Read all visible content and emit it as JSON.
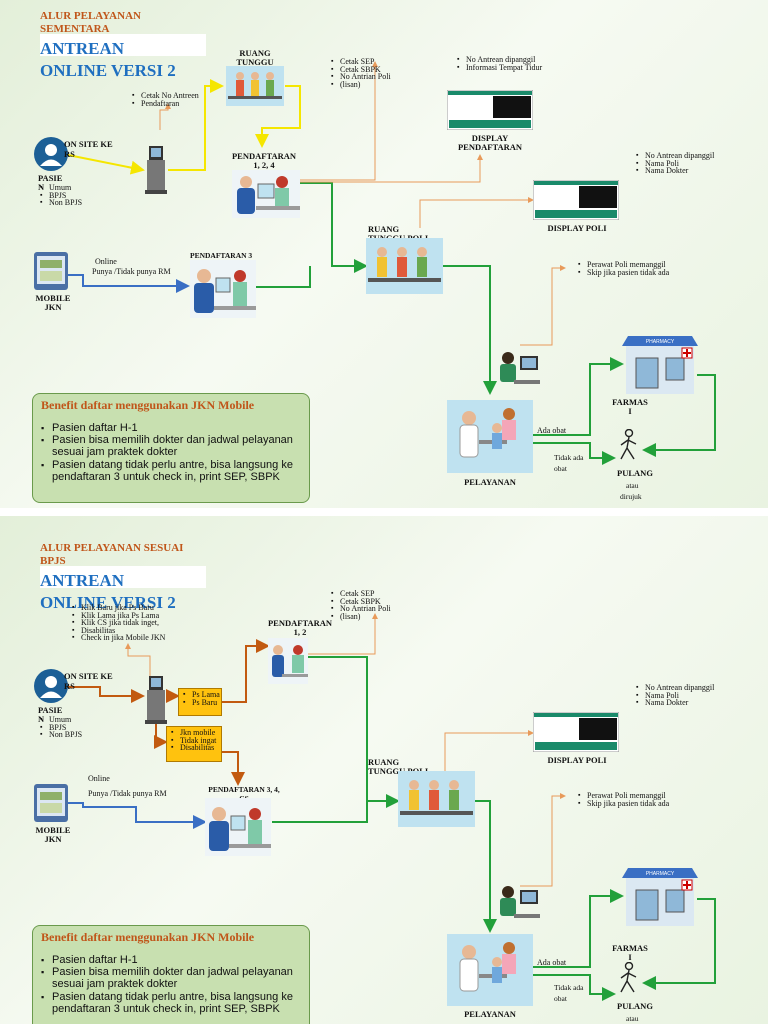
{
  "slides": [
    {
      "header": {
        "line1": "ALUR PELAYANAN",
        "line2": "SEMENTARA",
        "title1": "ANTREAN",
        "title2": "ONLINE VERSI 2"
      },
      "onsite_label": "ON SITE KE RS",
      "patient_label": "PASIE N",
      "patient_types": [
        "Umum",
        "BPJS",
        "Non BPJS"
      ],
      "mobile_label": "MOBILE JKN",
      "online_label": "Online",
      "online_rm_label": "Punya /Tidak punya RM",
      "kiosk_notes": [
        "Cetak No Antreen",
        "Pendaftaran"
      ],
      "waiting_room_label": "RUANG TUNGGU",
      "registration_label": "PENDAFTARAN 1, 2, 4",
      "registration3_label": "PENDAFTARAN 3",
      "registration_notes": [
        "Cetak SEP",
        "Cetak SBPK",
        "No Antrian Poli",
        "(lisan)"
      ],
      "display_reg_notes": [
        "No Antrean dipanggil",
        "Informasi Tempat Tidur"
      ],
      "display_reg_label": "DISPLAY PENDAFTARAN",
      "display_poli_notes": [
        "No Antrean dipanggil",
        "Nama Poli",
        "Nama Dokter"
      ],
      "display_poli_label": "DISPLAY POLI",
      "poli_waiting_label": "RUANG TUNGGU POLI",
      "nurse_notes": [
        "Perawat Poli memanggil",
        "Skip jika pasien tidak ada"
      ],
      "service_label": "PELAYANAN",
      "pharmacy_label": "FARMAS I",
      "pharmacy_sign": "PHARMACY",
      "ada_obat": "Ada obat",
      "tidak_ada_obat": "Tidak ada obat",
      "home_label": "PULANG",
      "atau": "atau",
      "dirujuk": "dirujuk",
      "benefit_title": "Benefit daftar menggunakan JKN Mobile",
      "benefits": [
        "Pasien daftar H-1",
        "Pasien bisa memilih dokter dan jadwal pelayanan sesuai  jam praktek dokter",
        "Pasien datang tidak perlu antre,  bisa langsung ke pendaftaran 3 untuk check in, print SEP, SBPK"
      ]
    },
    {
      "header": {
        "line1": "ALUR PELAYANAN SESUAI",
        "line2": "BPJS",
        "title1": "ANTREAN",
        "title2": "ONLINE VERSI 2"
      },
      "kiosk_notes": [
        "Klik Baru jika Ps Baru",
        "Klik Lama jika Ps Lama",
        "Klik CS jika tidak inget,",
        "Disabilitas",
        "Check in jika Mobile JKN"
      ],
      "onsite_label": "ON SITE KE RS",
      "patient_label": "PASIE N",
      "patient_types": [
        "Umum",
        "BPJS",
        "Non BPJS"
      ],
      "option_box1": [
        "Ps Lama",
        "Ps Baru"
      ],
      "option_box2": [
        "Jkn mobile",
        "Tidak ingat",
        "Disabilitas"
      ],
      "registration_label": "PENDAFTARAN 1, 2",
      "registration3_label": "PENDAFTARAN 3, 4, CS",
      "registration_notes": [
        "Cetak SEP",
        "Cetak SBPK",
        "No Antrian Poli",
        "(lisan)"
      ],
      "mobile_label": "MOBILE JKN",
      "online_label": "Online",
      "online_rm_label": "Punya /Tidak punya RM",
      "display_poli_notes": [
        "No Antrean dipanggil",
        "Nama Poli",
        "Nama Dokter"
      ],
      "display_poli_label": "DISPLAY POLI",
      "poli_waiting_label": "RUANG TUNGGU POLI",
      "nurse_notes": [
        "Perawat Poli memanggil",
        "Skip jika pasien tidak ada"
      ],
      "service_label": "PELAYANAN",
      "pharmacy_label": "FARMAS I",
      "pharmacy_sign": "PHARMACY",
      "ada_obat": "Ada obat",
      "tidak_ada_obat": "Tidak ada obat",
      "home_label": "PULANG",
      "atau": "atau",
      "benefit_title": "Benefit daftar menggunakan JKN Mobile",
      "benefits": [
        "Pasien daftar H-1",
        "Pasien bisa memilih dokter dan jadwal pelayanan sesuai  jam praktek dokter",
        "Pasien datang tidak perlu antre,  bisa langsung ke pendaftaran 3 untuk check in, print SEP, SBPK"
      ]
    }
  ],
  "colors": {
    "yellow_arrow": "#f5e600",
    "blue_arrow": "#3a6fc4",
    "green_arrow": "#22a03a",
    "orange_arrow": "#e89a5a",
    "brown_arrow": "#c25a10",
    "accent_orange": "#c0561a",
    "accent_blue": "#1f6fc0"
  }
}
